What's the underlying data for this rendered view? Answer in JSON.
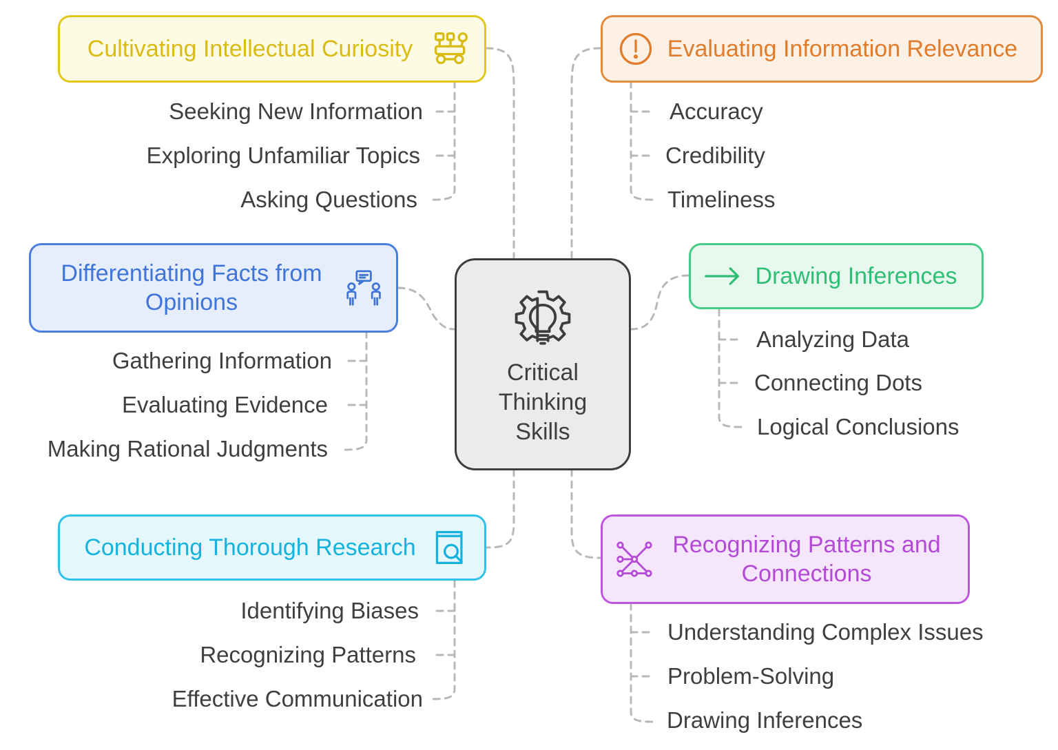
{
  "center": {
    "title": "Critical Thinking Skills",
    "icon": "gear-lightbulb-icon"
  },
  "branches": [
    {
      "id": "curiosity",
      "title": "Cultivating Intellectual Curiosity",
      "icon": "robot-rover-icon",
      "color": "#e3c81a",
      "text_color": "#d8bb13",
      "fill": "#fdfbe3",
      "items": [
        "Seeking New Information",
        "Exploring Unfamiliar Topics",
        "Asking Questions"
      ]
    },
    {
      "id": "relevance",
      "title": "Evaluating Information Relevance",
      "icon": "exclamation-circle-icon",
      "color": "#e38a3c",
      "text_color": "#e07c2c",
      "fill": "#fdf1e5",
      "items": [
        "Accuracy",
        "Credibility",
        "Timeliness"
      ]
    },
    {
      "id": "facts",
      "title": "Differentiating Facts from Opinions",
      "icon": "people-discussion-icon",
      "color": "#4a7fe0",
      "text_color": "#3f74d8",
      "fill": "#e6eefc",
      "items": [
        "Gathering Information",
        "Evaluating Evidence",
        "Making Rational Judgments"
      ]
    },
    {
      "id": "inferences",
      "title": "Drawing Inferences",
      "icon": "arrow-right-icon",
      "color": "#44cc88",
      "text_color": "#2fbf74",
      "fill": "#e7f8ef",
      "items": [
        "Analyzing Data",
        "Connecting Dots",
        "Logical Conclusions"
      ]
    },
    {
      "id": "research",
      "title": "Conducting Thorough Research",
      "icon": "book-search-icon",
      "color": "#2ec2ea",
      "text_color": "#15b2de",
      "fill": "#e3f7fc",
      "items": [
        "Identifying Biases",
        "Recognizing Patterns",
        "Effective Communication"
      ]
    },
    {
      "id": "patterns",
      "title": "Recognizing Patterns and Connections",
      "icon": "network-nodes-icon",
      "color": "#be55e0",
      "text_color": "#b34ad6",
      "fill": "#f6e6fc",
      "items": [
        "Understanding Complex Issues",
        "Problem-Solving",
        "Drawing Inferences"
      ]
    }
  ]
}
